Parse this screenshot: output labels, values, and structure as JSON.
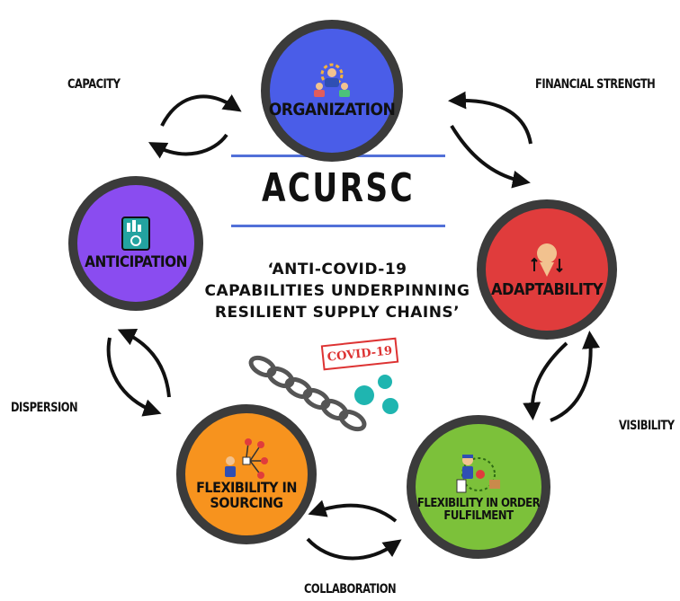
{
  "title": "ACURSC",
  "subtitle_lines": [
    "‘ANTI-COVID-19",
    "CAPABILITIES UNDERPINNING",
    "RESILIENT SUPPLY CHAINS’"
  ],
  "nodes": {
    "organization": {
      "label": "ORGANIZATION",
      "color": "#4a5de8",
      "icon": "team-gear-icon"
    },
    "adaptability": {
      "label": "ADAPTABILITY",
      "color": "#e03c3c",
      "icon": "head-arrows-icon"
    },
    "order_fulfilment": {
      "label_1": "FLEXIBILITY IN ORDER",
      "label_2": "FULFILMENT",
      "color": "#7cc13a",
      "icon": "delivery-person-icon"
    },
    "sourcing": {
      "label_1": "FLEXIBILITY IN",
      "label_2": "SOURCING",
      "color": "#f7931e",
      "icon": "network-person-icon"
    },
    "anticipation": {
      "label": "ANTICIPATION",
      "color": "#8a4cf0",
      "icon": "tablet-chart-icon"
    }
  },
  "links": {
    "capacity": "CAPACITY",
    "financial_strength": "FINANCIAL STRENGTH",
    "visibility": "VISIBILITY",
    "collaboration": "COLLABORATION",
    "dispersion": "DISPERSION"
  },
  "stamp_text": "COVID-19",
  "colors": {
    "rule": "#5270d8",
    "ring": "#3b3b3b",
    "virus": "#1fb5b0"
  }
}
